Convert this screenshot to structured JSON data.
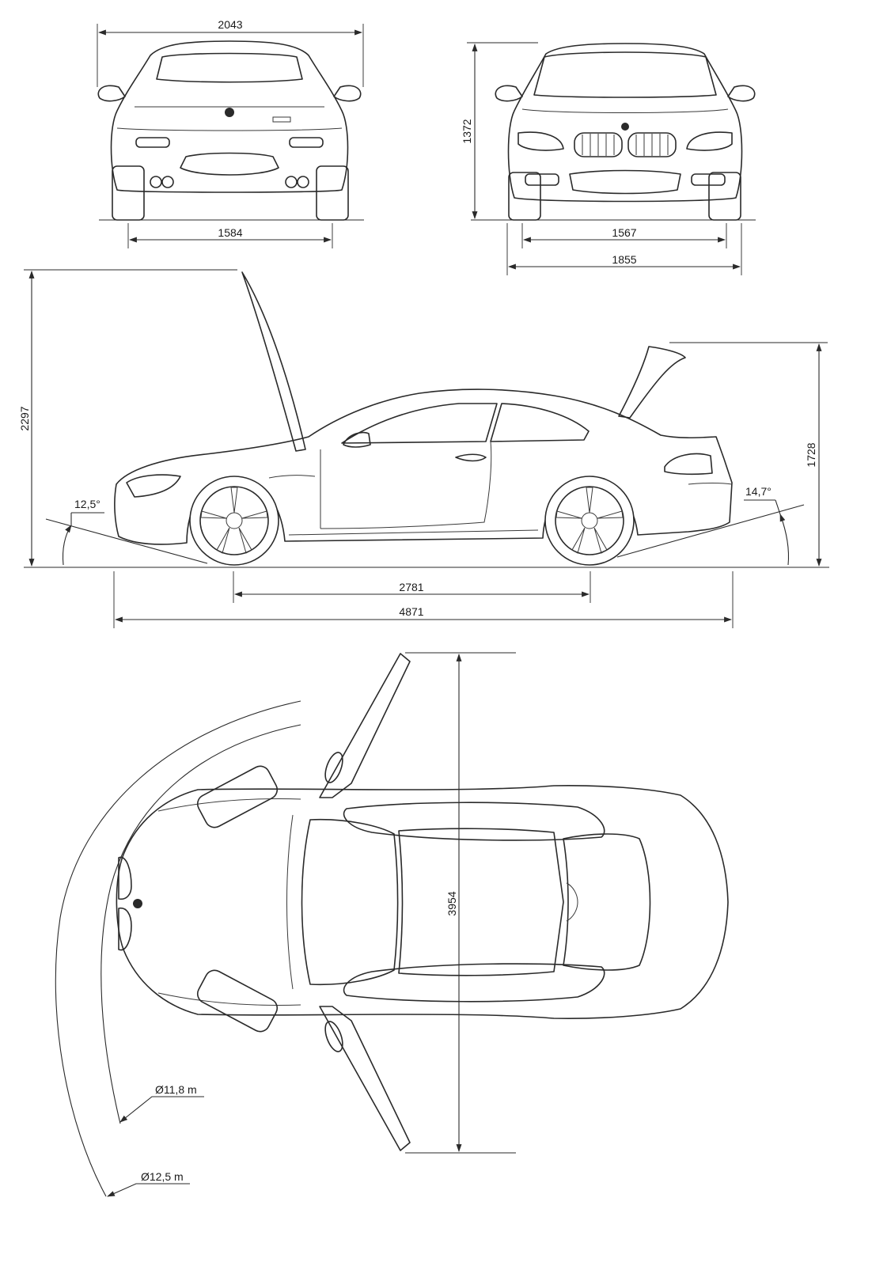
{
  "dimensions": {
    "rear_width": "2043",
    "rear_track": "1584",
    "height": "1372",
    "front_track": "1567",
    "body_width": "1855",
    "height_hood_open": "2297",
    "height_trunk_open": "1728",
    "approach_angle": "12,5°",
    "departure_angle": "14,7°",
    "wheelbase": "2781",
    "length": "4871",
    "width_doors_open": "3954",
    "turning_circle_inner": "Ø11,8 m",
    "turning_circle_outer": "Ø12,5 m"
  },
  "colors": {
    "line": "#2a2a2a",
    "background": "#ffffff"
  }
}
